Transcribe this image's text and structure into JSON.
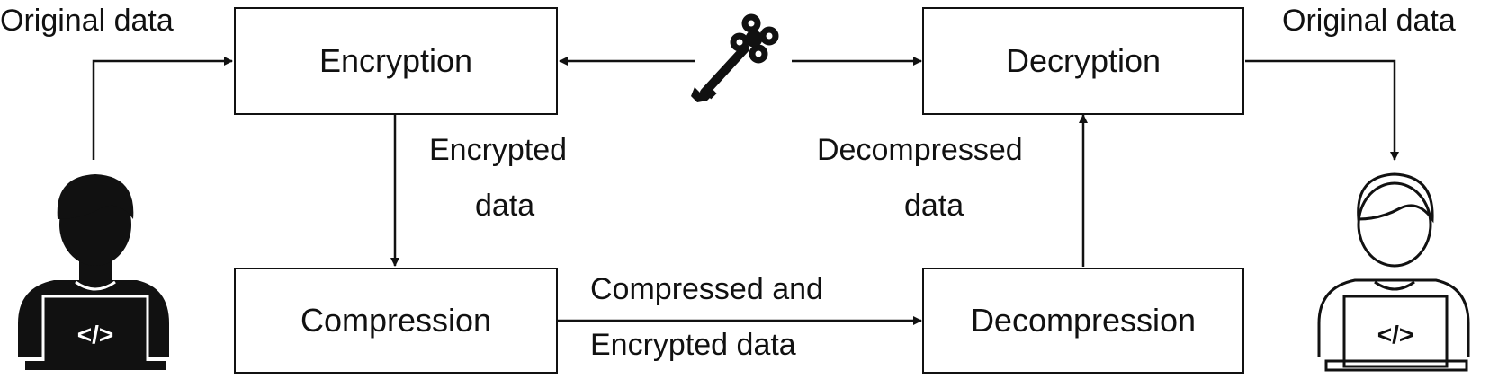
{
  "left_label": "Original data",
  "right_label": "Original data",
  "boxes": {
    "encryption": "Encryption",
    "decryption": "Decryption",
    "compression": "Compression",
    "decompression": "Decompression"
  },
  "edges": {
    "encrypted_line1": "Encrypted",
    "encrypted_line2": "data",
    "decompressed_line1": "Decompressed",
    "decompressed_line2": "data",
    "compressed_line1": "Compressed and",
    "compressed_line2": "Encrypted data"
  },
  "icons": {
    "key": "key-icon",
    "sender": "developer-sender-icon",
    "receiver": "developer-receiver-icon",
    "sender_screen": "</>",
    "receiver_screen": "</>"
  }
}
